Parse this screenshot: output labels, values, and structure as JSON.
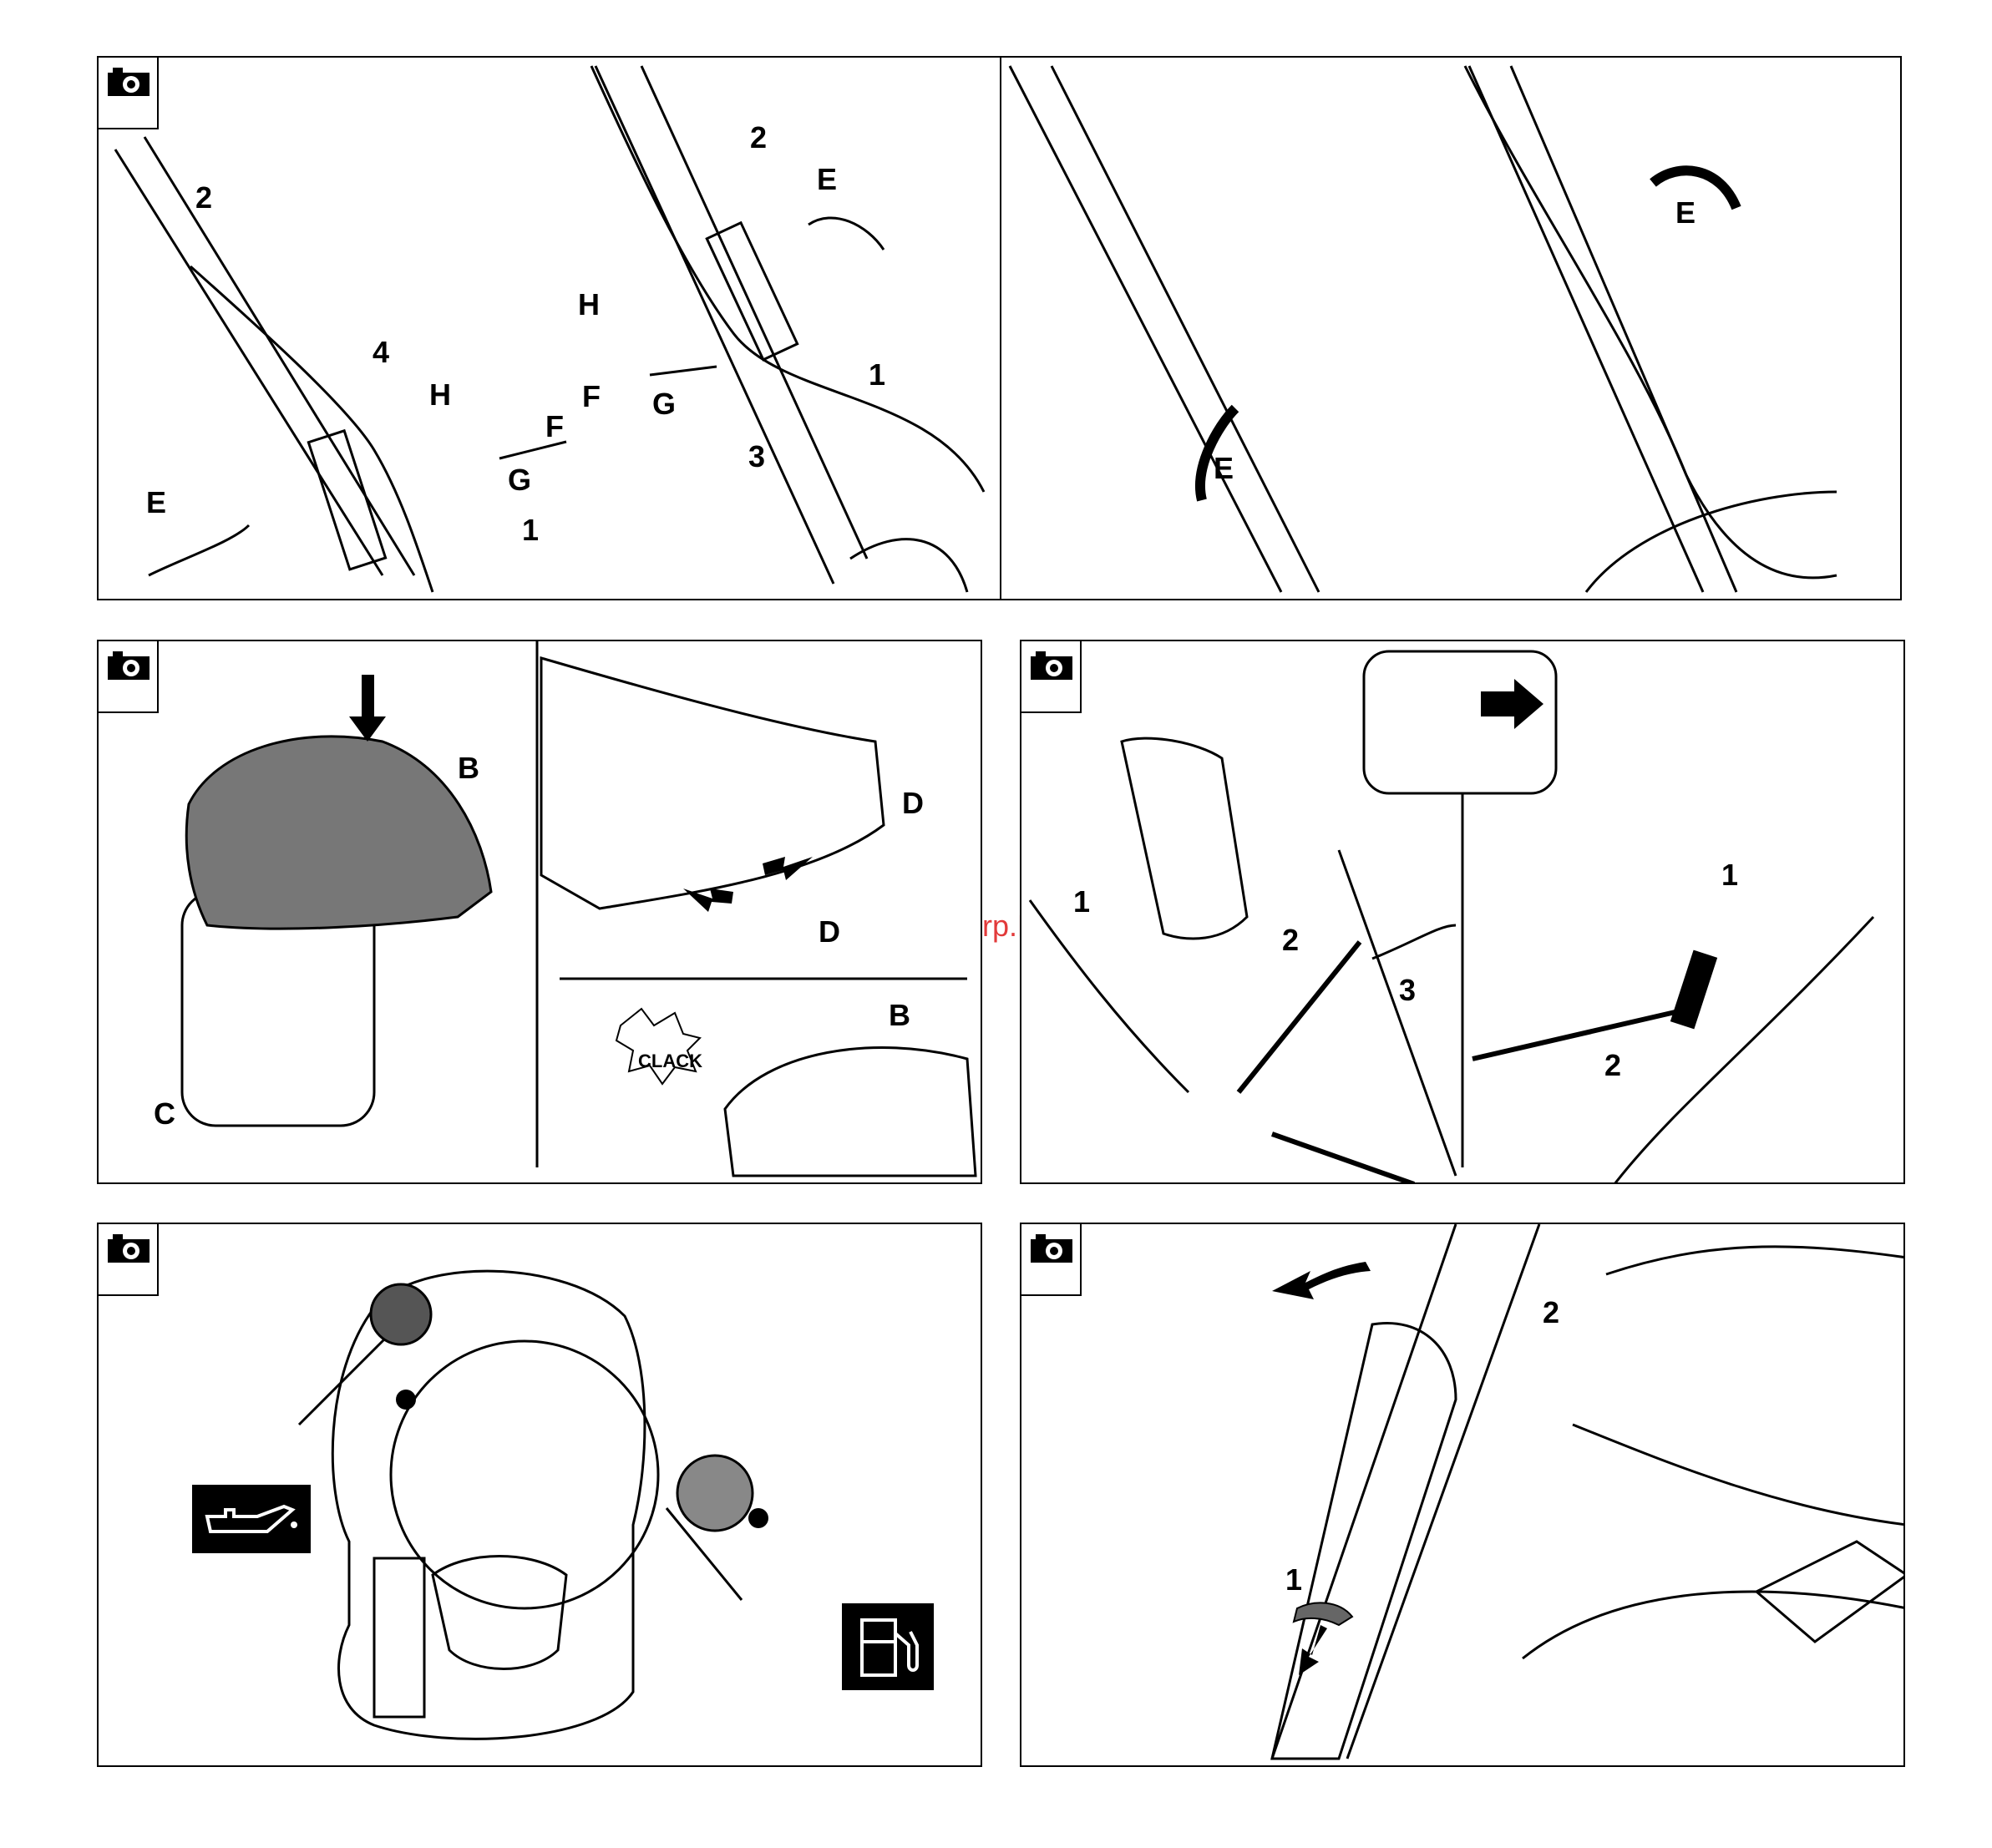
{
  "watermark": "McGrp.Ru",
  "icon_name": "camera-icon",
  "panel1": {
    "labels": {
      "l2a": "2",
      "l4": "4",
      "lHa": "H",
      "lFa": "F",
      "lGa": "G",
      "lEa": "E",
      "l1a": "1",
      "l2b": "2",
      "lEb": "E",
      "lHb": "H",
      "lFb": "F",
      "lGb": "G",
      "l1b": "1",
      "l3": "3"
    }
  },
  "panel2": {
    "labels": {
      "lEa": "E",
      "lEb": "E"
    }
  },
  "panel3": {
    "labels": {
      "lB": "B",
      "lC": "C",
      "lDa": "D",
      "lDb": "D",
      "lB2": "B",
      "clack": "CLACK"
    }
  },
  "panel4": {
    "labels": {
      "l1a": "1",
      "l2": "2",
      "l3": "3",
      "l1b": "1",
      "l2b": "2"
    }
  },
  "panel5": {
    "icons": [
      "oil-can-icon",
      "fuel-pump-icon"
    ]
  },
  "panel6": {
    "labels": {
      "l1": "1",
      "l2": "2"
    }
  }
}
